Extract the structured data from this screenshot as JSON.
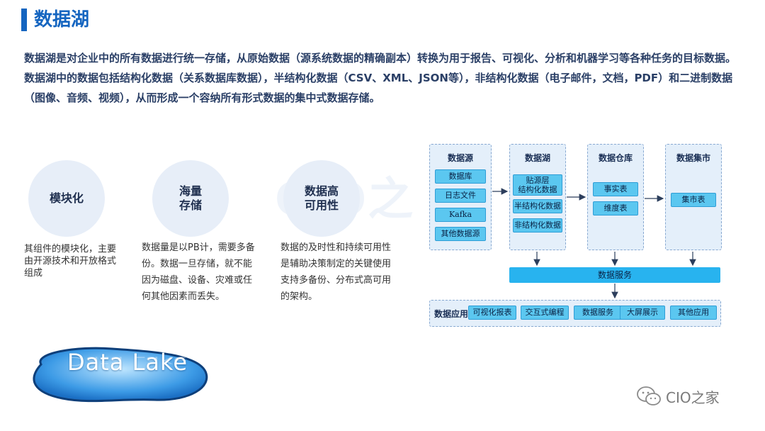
{
  "header": {
    "title": "数据湖"
  },
  "intro": "数据湖是对企业中的所有数据进行统一存储，从原始数据（源系统数据的精确副本）转换为用于报告、可视化、分析和机器学习等各种任务的目标数据。数据湖中的数据包括结构化数据（关系数据库数据），半结构化数据（CSV、XML、JSON等），非结构化数据（电子邮件，文档，PDF）和二进制数据（图像、音频、视频），从而形成一个容纳所有形式数据的集中式数据存储。",
  "features": [
    {
      "label": "模块化",
      "desc": "其组件的模块化，主要由开源技术和开放格式组成"
    },
    {
      "label": "海量\n存储",
      "desc": "数据量是以PB计，需要多备份。数据一旦存储，就不能因为磁盘、设备、灾难或任何其他因素而丢失。"
    },
    {
      "label": "数据高\n可用性",
      "desc": "数据的及时性和持续可用性是辅助决策制定的关键使用支持多备份、分布式高可用的架构。"
    }
  ],
  "image": {
    "logo_text": "Data Lake",
    "watermark": "CIO之"
  },
  "diagram": {
    "source": {
      "title": "数据源",
      "items": [
        "数据库",
        "日志文件",
        "Kafka",
        "其他数据源"
      ]
    },
    "lake": {
      "title": "数据湖",
      "items": [
        "贴源层\n结构化数据",
        "半结构化数据",
        "非结构化数据"
      ]
    },
    "warehouse": {
      "title": "数据仓库",
      "items": [
        "事实表",
        "维度表"
      ]
    },
    "mart": {
      "title": "数据集市",
      "items": [
        "集市表"
      ]
    },
    "service": "数据服务",
    "apps": {
      "label": "数据应用",
      "items": [
        "可视化报表",
        "交互式编程",
        "数据服务",
        "大屏展示",
        "其他应用"
      ]
    }
  },
  "brand": {
    "name": "CIO之家",
    "icon": "wechat-icon"
  },
  "colors": {
    "accent": "#1565c0",
    "chip": "#5bc7f0",
    "service_bar": "#28b3ef",
    "panel": "#e4effa"
  }
}
